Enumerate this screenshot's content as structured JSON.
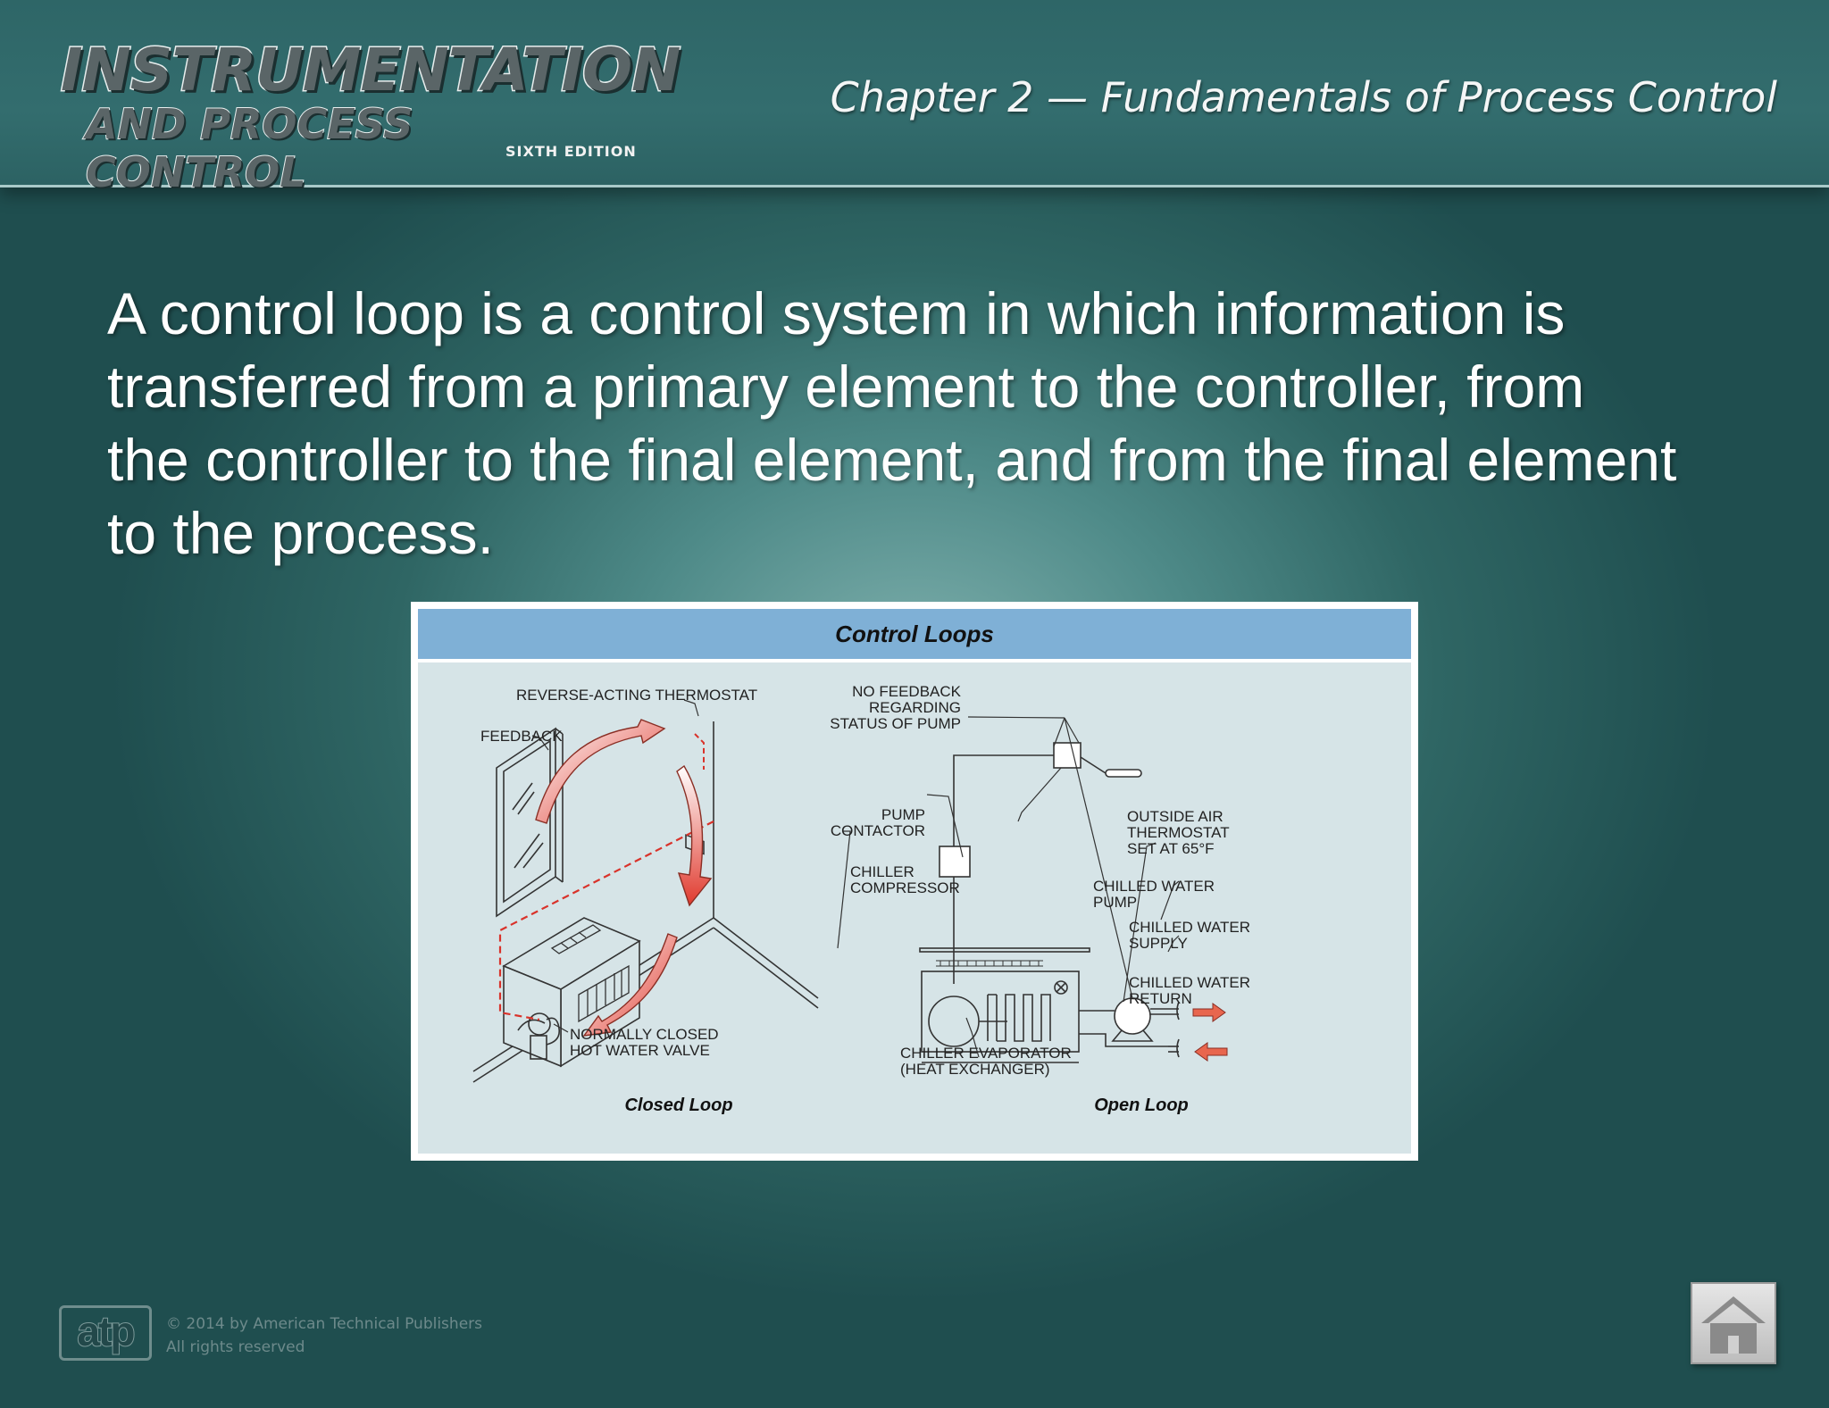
{
  "header": {
    "logo_line1": "INSTRUMENTATION",
    "logo_line2": "AND PROCESS CONTROL",
    "logo_line3": "SIXTH EDITION",
    "chapter_title": "Chapter 2 — Fundamentals of Process Control"
  },
  "main": {
    "text": "A control loop is a control system in which information is transferred from a primary element to the controller, from the controller to the final element, and from the final element to the process."
  },
  "figure": {
    "title": "Control Loops",
    "closed_loop": {
      "caption": "Closed Loop",
      "labels": {
        "thermostat": "REVERSE-ACTING THERMOSTAT",
        "feedback": "FEEDBACK",
        "valve_line1": "NORMALLY CLOSED",
        "valve_line2": "HOT WATER VALVE"
      }
    },
    "open_loop": {
      "caption": "Open Loop",
      "labels": {
        "nofeedback_line1": "NO FEEDBACK",
        "nofeedback_line2": "REGARDING",
        "nofeedback_line3": "STATUS OF PUMP",
        "pump_contactor_line1": "PUMP",
        "pump_contactor_line2": "CONTACTOR",
        "outside_air_line1": "OUTSIDE AIR",
        "outside_air_line2": "THERMOSTAT",
        "outside_air_line3": "SET AT 65°F",
        "chiller_comp_line1": "CHILLER",
        "chiller_comp_line2": "COMPRESSOR",
        "cw_pump_line1": "CHILLED WATER",
        "cw_pump_line2": "PUMP",
        "cw_supply_line1": "CHILLED WATER",
        "cw_supply_line2": "SUPPLY",
        "cw_return_line1": "CHILLED WATER",
        "cw_return_line2": "RETURN",
        "evaporator_line1": "CHILLER EVAPORATOR",
        "evaporator_line2": "(HEAT EXCHANGER)"
      }
    }
  },
  "footer": {
    "logo_text": "atp",
    "copyright_line1": "© 2014 by American Technical Publishers",
    "copyright_line2": "All rights reserved"
  },
  "icons": {
    "home": "home-icon"
  }
}
